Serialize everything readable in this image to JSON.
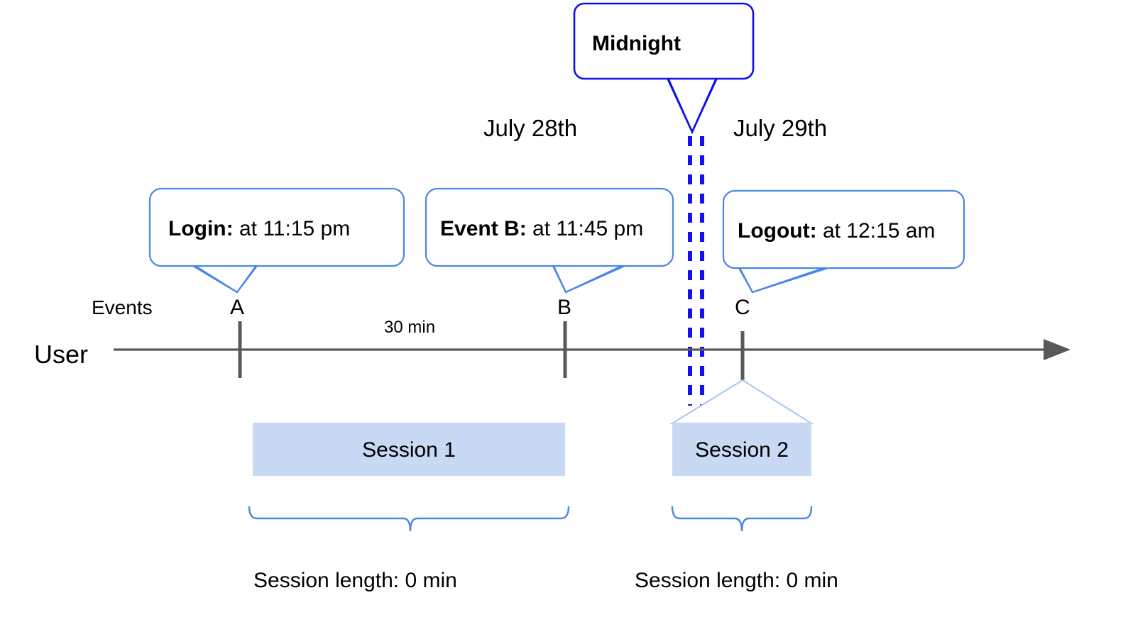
{
  "diagram": {
    "title": "User session timeline across midnight",
    "colors": {
      "callout_border": "#4a86e8",
      "midnight_border": "#1010ee",
      "midnight_dash": "#1510ef",
      "axis": "#595959",
      "session_fill": "#c9d9f4",
      "brace": "#4a86e8",
      "text": "#000000",
      "background": "#ffffff"
    },
    "midnight_callout": {
      "label": "Midnight"
    },
    "date_labels": [
      {
        "id": "day-1",
        "label": "July 28th"
      },
      {
        "id": "day-2",
        "label": "July 29th"
      }
    ],
    "event_callouts": [
      {
        "id": "login",
        "bold": "Login:",
        "rest": " at 11:15 pm"
      },
      {
        "id": "event-b",
        "bold": "Event B:",
        "rest": " at 11:45 pm"
      },
      {
        "id": "logout",
        "bold": "Logout:",
        "rest": " at 12:15 am"
      }
    ],
    "lane_labels": {
      "events": "Events",
      "user": "User"
    },
    "markers": [
      {
        "id": "a",
        "label": "A"
      },
      {
        "id": "b",
        "label": "B"
      },
      {
        "id": "c",
        "label": "C"
      }
    ],
    "durations": [
      {
        "id": "a-to-b",
        "label": "30 min"
      }
    ],
    "sessions": [
      {
        "id": "session-1",
        "label": "Session 1",
        "length_label": "Session length: 0 min"
      },
      {
        "id": "session-2",
        "label": "Session 2",
        "length_label": "Session length: 0 min"
      }
    ]
  }
}
